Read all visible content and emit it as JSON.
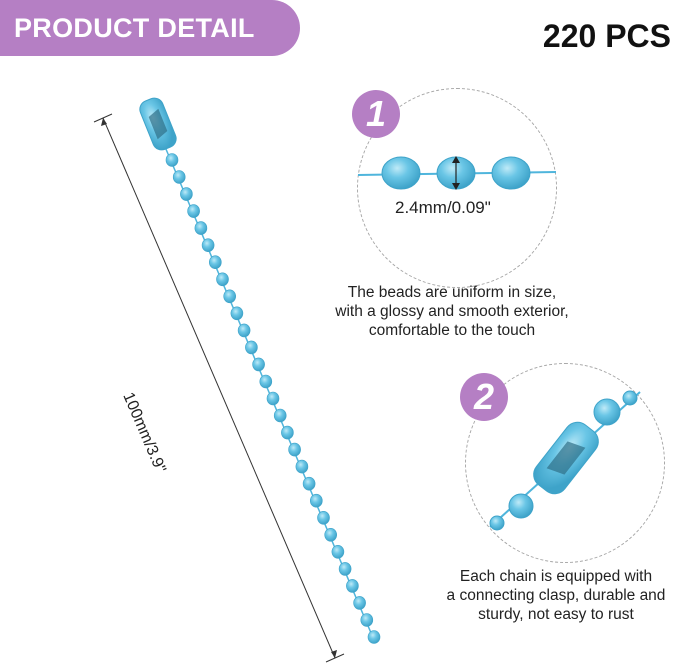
{
  "banner": {
    "label": "PRODUCT DETAIL"
  },
  "quantity": {
    "label": "220 PCS"
  },
  "chain": {
    "length_label": "100mm/3.9\"",
    "color": "#6ac6e6"
  },
  "detail1": {
    "number": "1",
    "size_label": "2.4mm/0.09\"",
    "caption": [
      "The beads are uniform in size,",
      "with a glossy and smooth exterior,",
      "comfortable to the touch"
    ]
  },
  "detail2": {
    "number": "2",
    "caption": [
      "Each chain is equipped with",
      "a connecting clasp, durable and",
      "sturdy, not easy to rust"
    ]
  },
  "colors": {
    "accent": "#b57fc4",
    "bead": "#6ac6e6",
    "bead_dark": "#3ea3c9"
  }
}
